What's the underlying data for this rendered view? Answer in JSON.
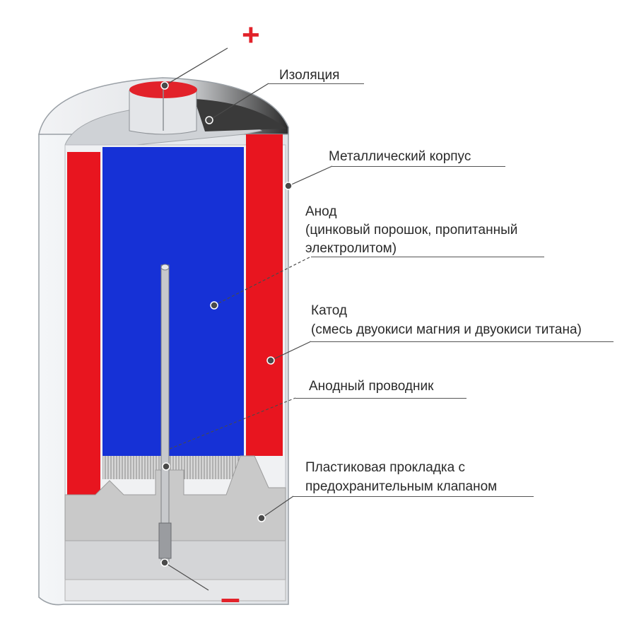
{
  "terminals": {
    "positive": "+",
    "negative": "–"
  },
  "labels": {
    "insulation": "Изоляция",
    "metal_case": "Металлический корпус",
    "anode_title": "Анод",
    "anode_desc_1": "(цинковый порошок, пропитанный",
    "anode_desc_2": "электролитом)",
    "cathode_title": "Катод",
    "cathode_desc": "(смесь двуокиси магния и двуокиси титана)",
    "anode_conductor": "Анодный проводник",
    "gasket_1": "Пластиковая прокладка с",
    "gasket_2": "предохранительным клапаном"
  },
  "colors": {
    "cathode": "#e8151f",
    "anode": "#1631d6",
    "terminal": "#e2222a",
    "case": "#e9ecf0",
    "gasket": "#c9c9c9"
  }
}
